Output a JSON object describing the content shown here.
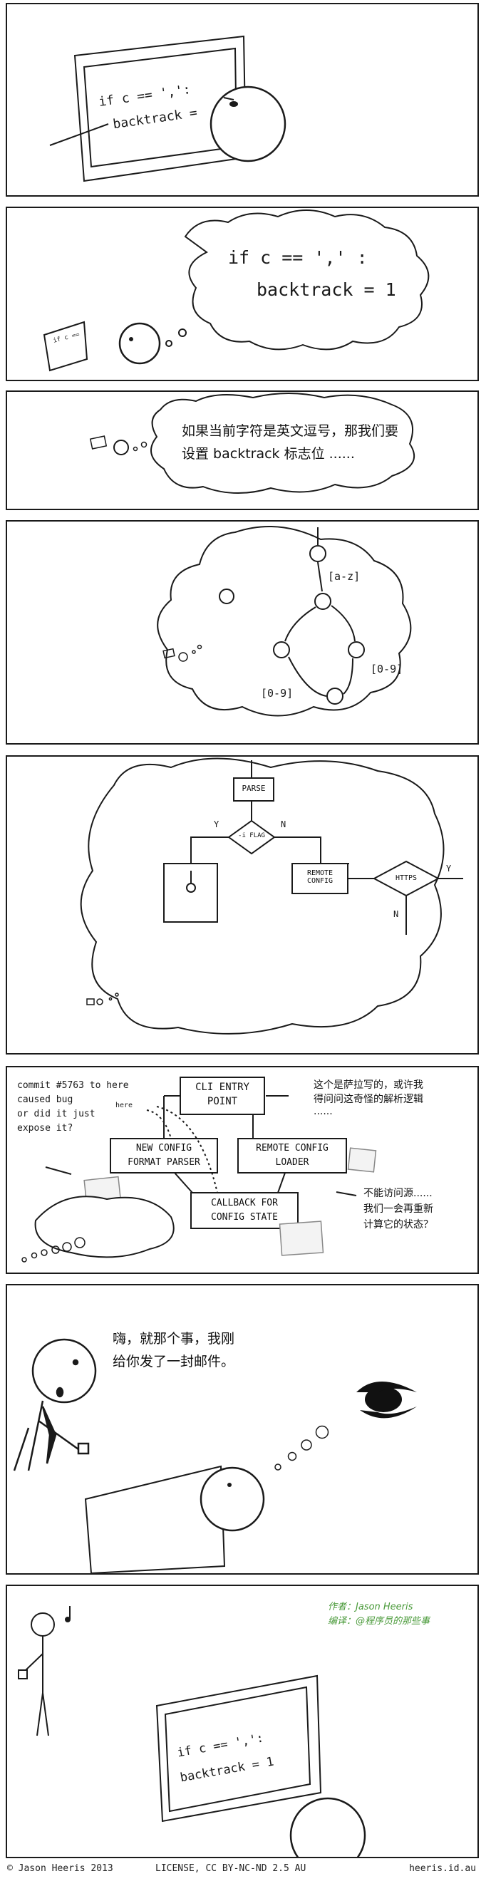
{
  "panel1": {
    "screen_line1": "if c == ',':",
    "screen_line2": "backtrack ="
  },
  "panel2": {
    "thought_line1": "if c == ',' :",
    "thought_line2": "backtrack = 1",
    "screen_text": "if c == ,"
  },
  "panel3": {
    "thought_line1": "如果当前字符是英文逗号，那我们要",
    "thought_line2": "设置 backtrack 标志位 ......"
  },
  "panel4": {
    "label_az": "[a-z]",
    "label_09a": "[0-9]",
    "label_09b": "[0-9]"
  },
  "panel5": {
    "parse": "PARSE",
    "flag": "-i FLAG",
    "y1": "Y",
    "n1": "N",
    "remote": "REMOTE CONFIG",
    "https": "HTTPS",
    "y2": "Y",
    "n2": "N"
  },
  "panel6": {
    "note_line1": "commit #5763 to here",
    "note_line2": "caused bug",
    "note_line3": "or did it just",
    "note_line4": "expose it?",
    "here": "here",
    "cli_line1": "CLI ENTRY",
    "cli_line2": "POINT",
    "new_line1": "NEW CONFIG",
    "new_line2": "FORMAT PARSER",
    "remote_line1": "REMOTE CONFIG",
    "remote_line2": "LOADER",
    "cb_line1": "CALLBACK FOR",
    "cb_line2": "CONFIG STATE",
    "cn_top1": "这个是萨拉写的，或许我",
    "cn_top2": "得问问这奇怪的解析逻辑",
    "cn_top3": "......",
    "cn_bot1": "不能访问源......",
    "cn_bot2": "我们一会再重新",
    "cn_bot3": "计算它的状态？"
  },
  "panel7": {
    "speech_line1": "嗨，就那个事，我刚",
    "speech_line2": "给你发了一封邮件。"
  },
  "panel8": {
    "author": "作者：Jason Heeris",
    "translator": "编译：@程序员的那些事",
    "screen_line1": "if c == ',':",
    "screen_line2": "backtrack = 1"
  },
  "footer": {
    "copyright": "© Jason Heeris 2013",
    "license": "LICENSE, CC BY-NC-ND 2.5 AU",
    "site": "heeris.id.au"
  }
}
